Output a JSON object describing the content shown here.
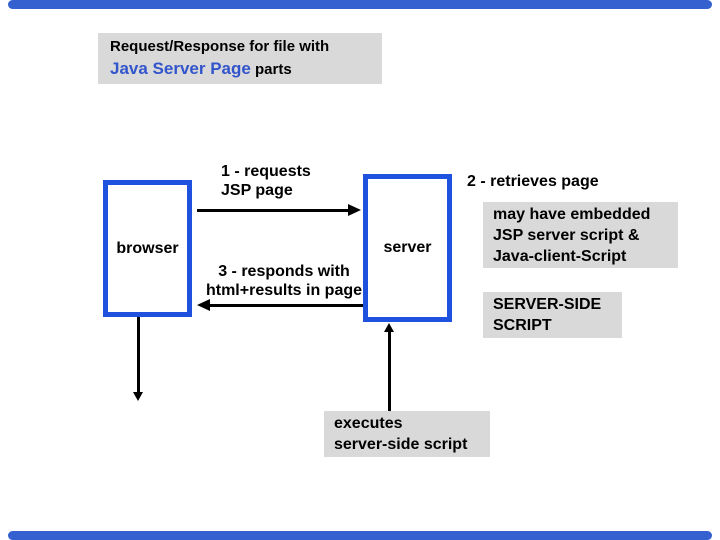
{
  "colors": {
    "accent_blue": "#1e51de",
    "title_blue": "#3355cc",
    "bar_blue": "#3560d0",
    "box_gray": "#d9d9d9",
    "text_black": "#000000"
  },
  "title": {
    "line1": "Request/Response for file with",
    "highlight": "Java Server Page",
    "suffix": " parts"
  },
  "diagram": {
    "browser_label": "browser",
    "server_label": "server",
    "step1": {
      "line1": "1 - requests",
      "line2": "JSP page"
    },
    "step2": "2 - retrieves page",
    "step3": {
      "line1": "3 - responds with",
      "line2": "html+results in page"
    },
    "note_embedded": {
      "line1": "may have embedded",
      "line2": "JSP server script &",
      "line3": "Java-client-Script"
    },
    "note_server_side": {
      "line1": "SERVER-SIDE",
      "line2": "SCRIPT"
    },
    "note_executes": {
      "line1": "executes",
      "line2": "server-side script"
    }
  }
}
